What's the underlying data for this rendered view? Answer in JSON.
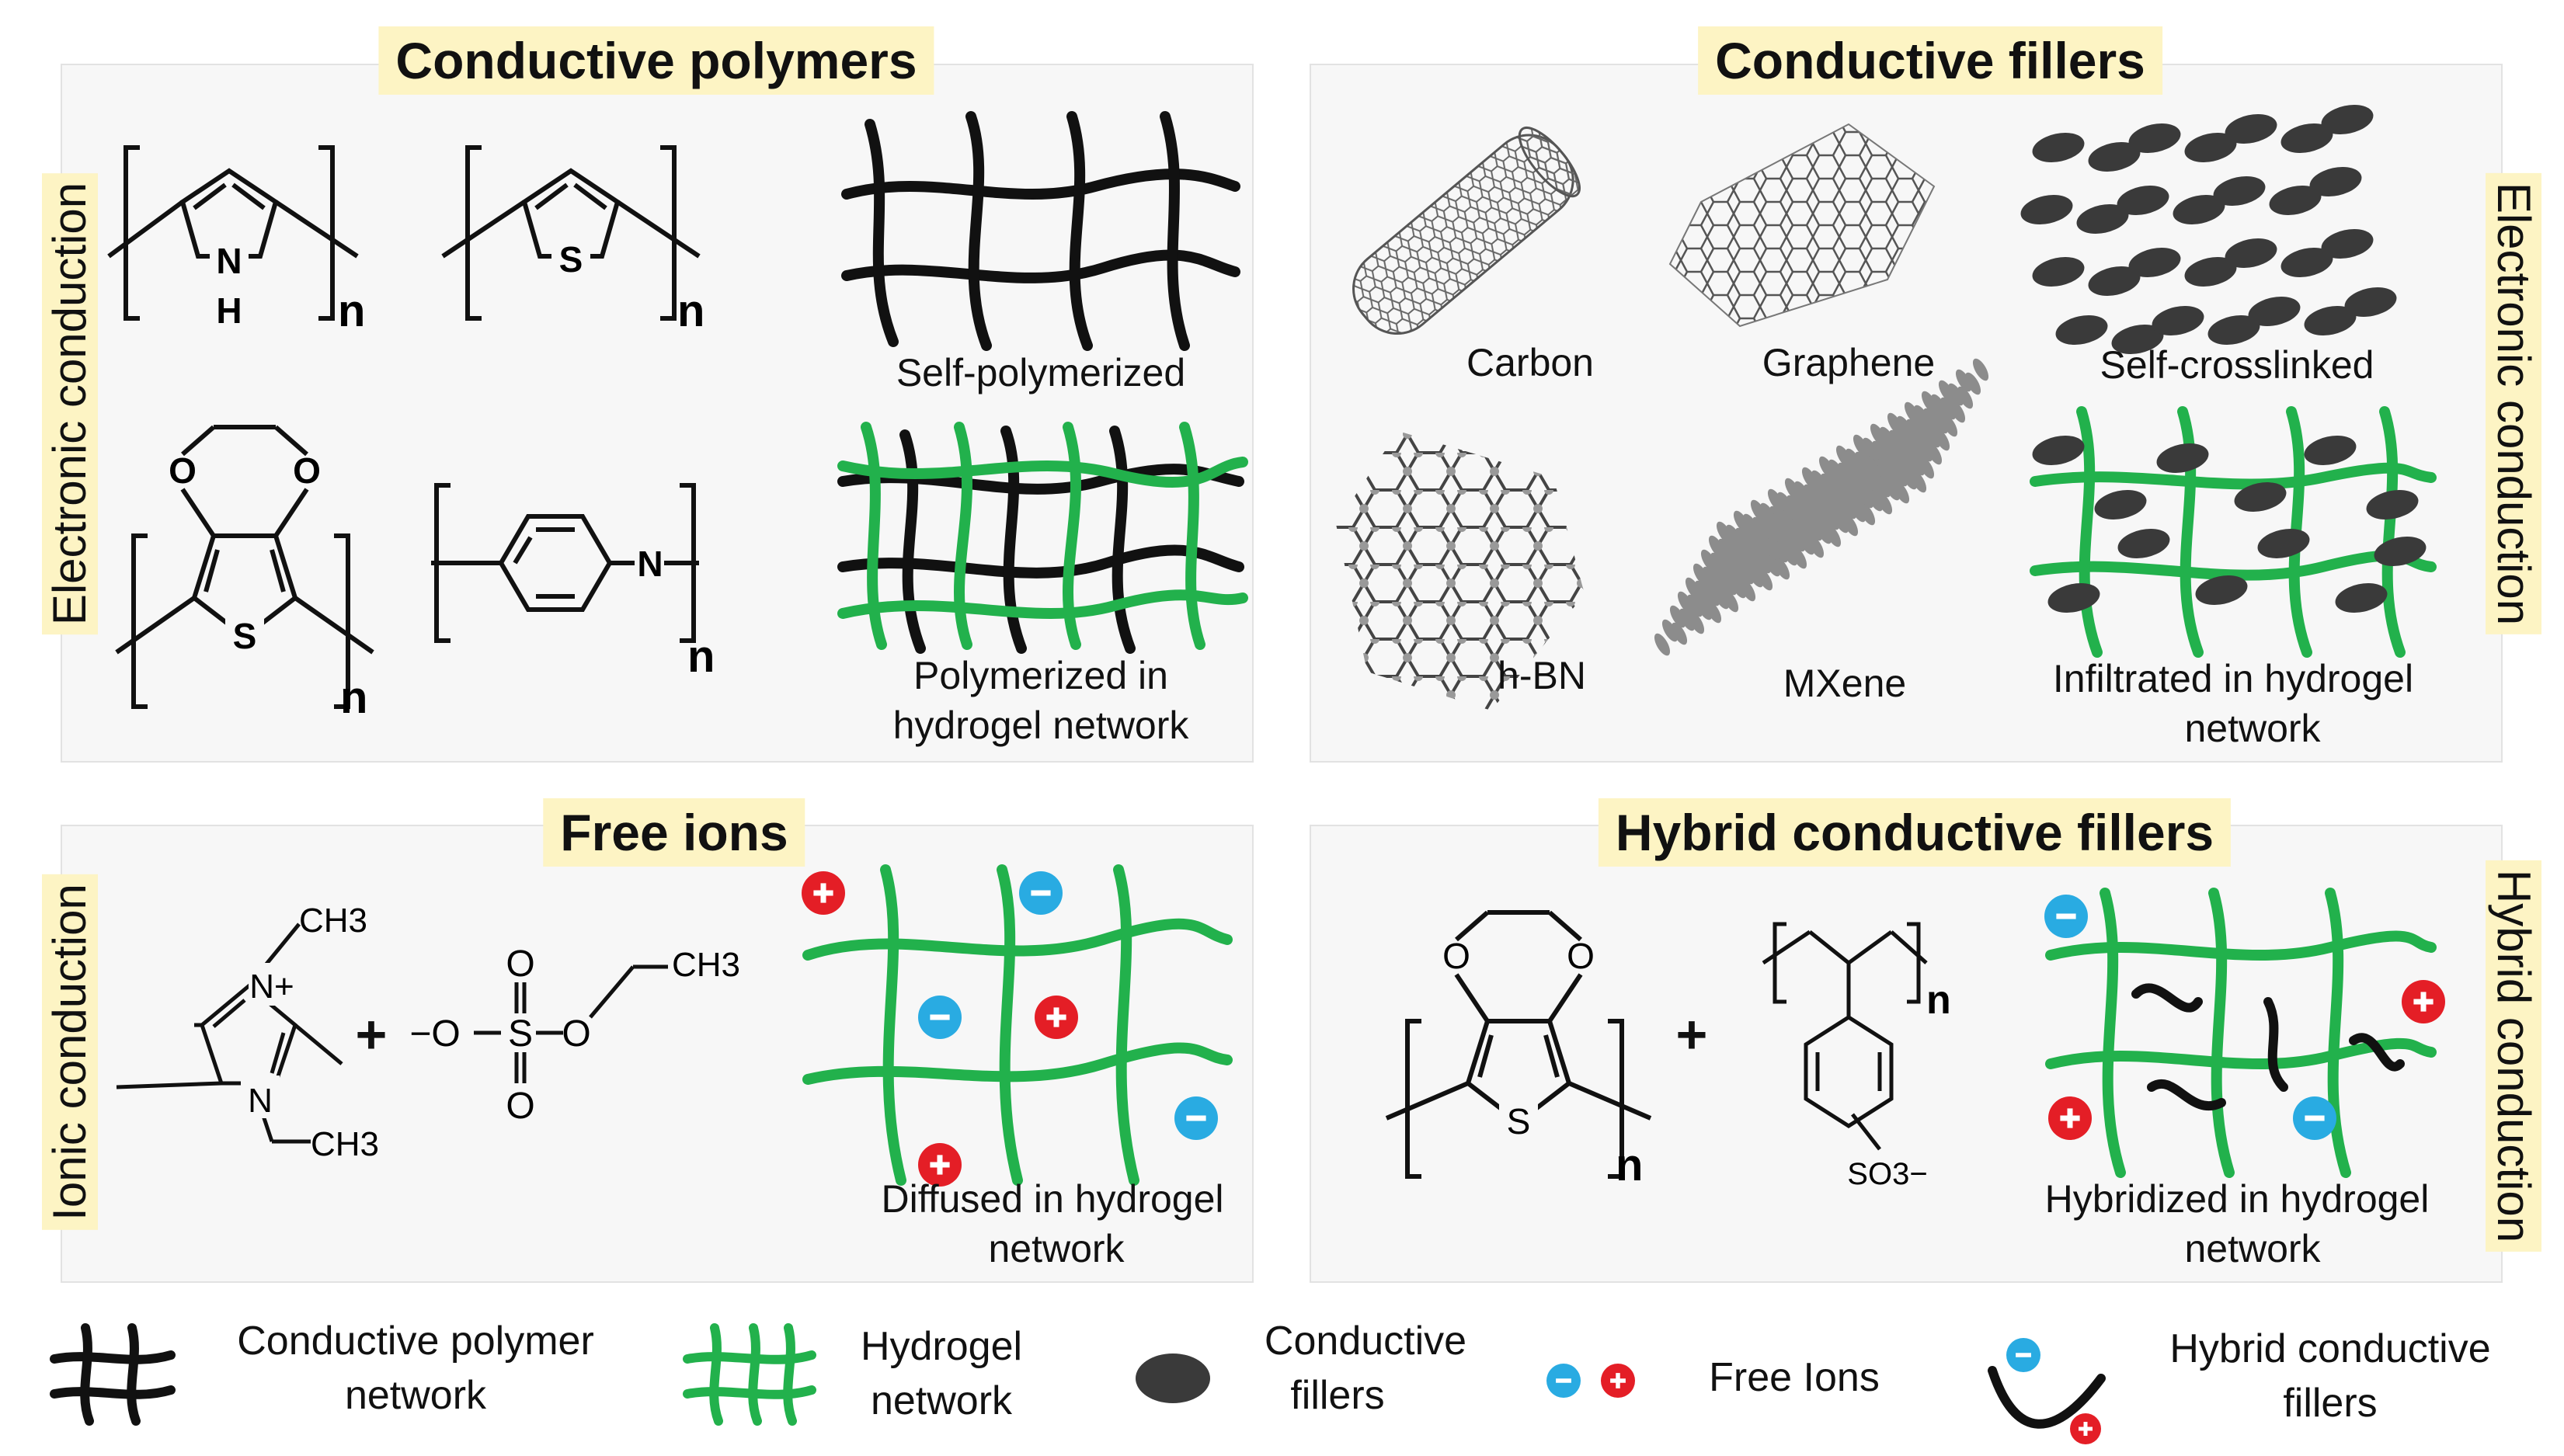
{
  "panels": {
    "conductive_polymers": {
      "title": "Conductive polymers",
      "side_label": "Electronic conduction",
      "captions": [
        "Self-polymerized",
        "Polymerized in",
        "hydrogel network"
      ]
    },
    "conductive_fillers": {
      "title": "Conductive fillers",
      "side_label": "Electronic conduction",
      "captions": [
        "Carbon",
        "Graphene",
        "Self-crosslinked",
        "h-BN",
        "MXene",
        "Infiltrated in hydrogel",
        "network"
      ]
    },
    "free_ions": {
      "title": "Free ions",
      "side_label": "Ionic conduction",
      "captions": [
        "Diffused in hydrogel",
        "network"
      ]
    },
    "hybrid_fillers": {
      "title": "Hybrid conductive fillers",
      "side_label": "Hybrid conduction",
      "captions": [
        "Hybridized in hydrogel",
        "network"
      ]
    }
  },
  "chemistry": {
    "n": "n",
    "nh_n": "N",
    "nh_h": "H",
    "s": "S",
    "o": "O",
    "n_plus": "N+",
    "ch3": "CH3",
    "plus": "+",
    "sulfonate_s": "S",
    "o_minus": "−O",
    "so3": "SO3−"
  },
  "legend": {
    "cp_line1": "Conductive polymer",
    "cp_line2": "network",
    "hg_line1": "Hydrogel",
    "hg_line2": "network",
    "cf_line1": "Conductive",
    "cf_line2": "fillers",
    "ions": "Free Ions",
    "hy_line1": "Hybrid conductive",
    "hy_line2": "fillers"
  },
  "colors": {
    "polymer": "#111111",
    "hydrogel": "#22b14c",
    "cation": "#e41e26",
    "anion": "#29abe2",
    "filler": "#3a3a3a",
    "label_bg": "#fdf4c4"
  }
}
